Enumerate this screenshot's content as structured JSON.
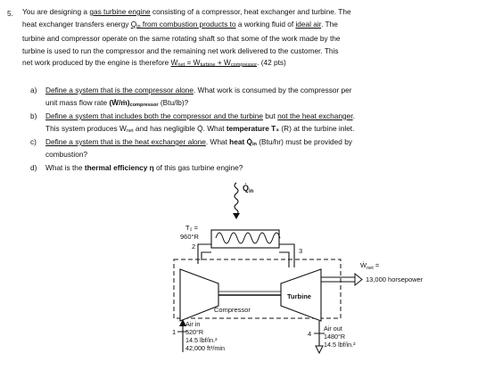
{
  "problem": {
    "number": "5.",
    "intro_lines": [
      {
        "a": "You are designing a ",
        "u1": "gas turbine engine",
        "b": " consisting of a compressor, heat exchanger and turbine. The"
      },
      {
        "a": "heat exchanger transfers energy ",
        "q": "Q̇",
        "qsub": "in",
        "u1": " from combustion products to",
        "b": " a working fluid of ",
        "u2": "ideal air",
        "c": ". The"
      },
      {
        "a": "turbine and compressor operate on the same rotating shaft so that some of the work made by the"
      },
      {
        "a": "turbine is used to run the compressor and the remaining net work delivered to the customer. This"
      },
      {
        "a": "net work produced by the engine is therefore ",
        "eq": "Ẇ",
        "eqsub1": "net",
        "eq2": " = Ẇ",
        "eqsub2": "turbine",
        "eq3": " + Ẇ",
        "eqsub3": "compressor",
        "b": ". (42 pts)"
      }
    ],
    "parts": [
      {
        "label": "a)",
        "lines": [
          {
            "u": "Define a system that is the compressor alone",
            "t": ".  What work is consumed by the compressor per"
          },
          {
            "t": "unit mass flow rate ",
            "bold": "(Ẇ/ṁ)",
            "boldsub": "compressor",
            "t2": " (Btu/lb)?"
          }
        ]
      },
      {
        "label": "b)",
        "lines": [
          {
            "u": "Define a system that includes both the compressor and the turbine",
            "t": " but ",
            "u2": "not the heat exchanger",
            "t2": "."
          },
          {
            "t": "This system produces Ẇ",
            "sub": "net",
            "t2": " and has negligible Q̇. What ",
            "bold": "temperature T₃",
            "t3": " (R) at the turbine inlet."
          }
        ]
      },
      {
        "label": "c)",
        "lines": [
          {
            "u": "Define a system that is the heat exchanger alone",
            "t": ".  What ",
            "bold": "heat Q̇",
            "boldsub": "in",
            "t2": " (Btu/hr) must be provided by"
          },
          {
            "t": "combustion?"
          }
        ]
      },
      {
        "label": "d)",
        "lines": [
          {
            "t": "What is the ",
            "bold": "thermal efficiency η",
            "t2": " of this gas turbine engine?"
          }
        ]
      }
    ]
  },
  "diagram": {
    "q_in": "Q̇",
    "q_in_sub": "in",
    "t2_line1": "T₂ =",
    "t2_line2": "960°R",
    "state2": "2",
    "state3": "3",
    "state1": "1",
    "state4": "4",
    "wnet": "Ẇ",
    "wnet_sub": "net",
    "wnet_eq": " =",
    "wnet_value": "13,000 horsepower",
    "turbine_label": "Turbine",
    "compressor_label": "Compressor",
    "inlet_lines": [
      "Air in",
      "520°R",
      "14.5 lbf/in.²",
      "42,000 ft³/min"
    ],
    "outlet_lines": [
      "Air out",
      "1480°R",
      "14.5 lbf/in.²"
    ]
  }
}
